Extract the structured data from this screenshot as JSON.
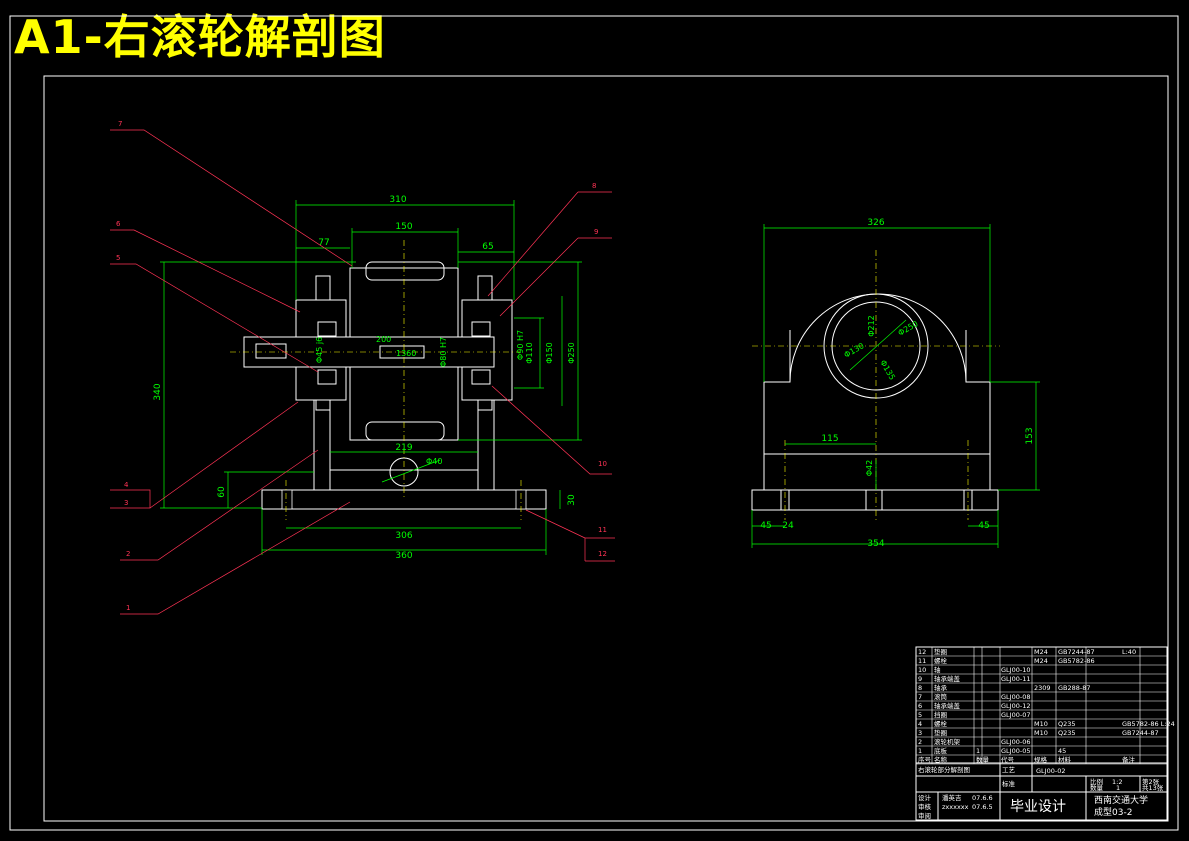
{
  "title": "A1-右滚轮解剖图",
  "colors": {
    "title": "#ffff00",
    "dimension": "#00ff00",
    "leader": "#ff3355",
    "outline": "#ffffff",
    "background": "#000000"
  },
  "front_view": {
    "dims": {
      "overall_width": "310",
      "roller_width": "150",
      "left_offset": "77",
      "right_offset": "65",
      "height": "340",
      "base_height": "60",
      "base_thick": "30",
      "bolt_span": "306",
      "base_width": "360",
      "axis_span": "219",
      "hole_dia": "Φ40",
      "dia_110": "Φ110",
      "dia_150": "Φ150",
      "dia_250": "Φ250",
      "dia_h7": "Φ90 H7",
      "dia_js": "Φ45 j6",
      "len_200": "200",
      "dia_80": "Φ80 H7",
      "key": "1360"
    },
    "part_numbers": [
      "7",
      "6",
      "5",
      "4",
      "3",
      "2",
      "1",
      "8",
      "9",
      "10",
      "11",
      "12"
    ]
  },
  "side_view": {
    "dims": {
      "overall_width": "326",
      "dia_212": "Φ212",
      "dia_250": "Φ250",
      "dia_130": "Φ130",
      "dia_135": "Φ135",
      "center_115": "115",
      "height_153": "153",
      "dia_42": "Φ42",
      "left_45": "45",
      "left_24": "24",
      "right_45": "45",
      "total_354": "354"
    }
  },
  "title_block": {
    "rows": [
      {
        "no": "12",
        "name": "垫圈",
        "drawing": "",
        "qty": "",
        "spec": "M24",
        "material": "GB7244-87",
        "note": "L:40"
      },
      {
        "no": "11",
        "name": "螺栓",
        "drawing": "",
        "qty": "",
        "spec": "M24",
        "material": "GB5782-86",
        "note": ""
      },
      {
        "no": "10",
        "name": "轴",
        "drawing": "GLJ00-10",
        "qty": "",
        "spec": "",
        "material": "",
        "note": ""
      },
      {
        "no": "9",
        "name": "轴承端盖",
        "drawing": "GLJ00-11",
        "qty": "",
        "spec": "",
        "material": "",
        "note": ""
      },
      {
        "no": "8",
        "name": "轴承",
        "drawing": "",
        "qty": "",
        "spec": "2309",
        "material": "GB288-87",
        "note": ""
      },
      {
        "no": "7",
        "name": "滚筒",
        "drawing": "GLJ00-08",
        "qty": "",
        "spec": "",
        "material": "",
        "note": ""
      },
      {
        "no": "6",
        "name": "轴承端盖",
        "drawing": "GLJ00-12",
        "qty": "",
        "spec": "",
        "material": "",
        "note": ""
      },
      {
        "no": "5",
        "name": "挡圈",
        "drawing": "GLJ00-07",
        "qty": "",
        "spec": "",
        "material": "",
        "note": ""
      },
      {
        "no": "4",
        "name": "螺栓",
        "drawing": "",
        "qty": "",
        "spec": "M10",
        "material": "Q235",
        "note": "GB5782-86 L:24"
      },
      {
        "no": "3",
        "name": "垫圈",
        "drawing": "",
        "qty": "",
        "spec": "M10",
        "material": "Q235",
        "note": "GB7244-87"
      },
      {
        "no": "2",
        "name": "滚轮机架",
        "drawing": "GLJ00-06",
        "qty": "",
        "spec": "",
        "material": "",
        "note": ""
      },
      {
        "no": "1",
        "name": "底板",
        "drawing": "GLJ00-05",
        "qty": "1",
        "spec": "",
        "material": "45",
        "note": ""
      }
    ],
    "header": {
      "no": "序号",
      "name": "名称",
      "qty": "数量",
      "drawing": "代号",
      "material": "材料",
      "spec": "规格",
      "note": "备注"
    },
    "assembly_name": "右滚轮部分解剖图",
    "drawing_no": "GLJ00-02",
    "scale_label": "比例",
    "scale": "1:2",
    "sheet_label": "第2张",
    "qty_label": "数量",
    "qty": "1",
    "total_label": "共13张",
    "design_label": "设计",
    "check_label": "审核",
    "approve_label": "审阅",
    "designer": "潘英吉",
    "date1": "07.6.6",
    "checker": "zxxxxxx",
    "date2": "07.6.5",
    "project": "毕业设计",
    "school": "西南交通大学",
    "class": "成型03-2",
    "work_label": "工艺",
    "std_label": "标准"
  }
}
